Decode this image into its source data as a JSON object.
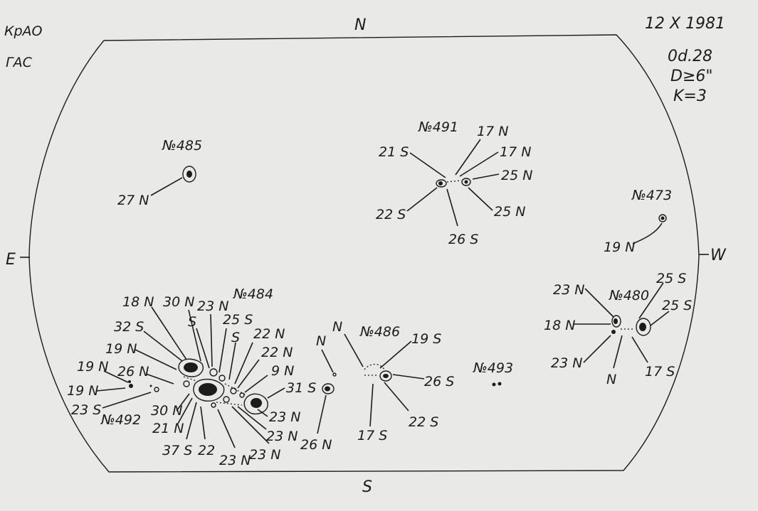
{
  "header": {
    "observatory": "КрАО",
    "group": "ГАС",
    "date": "12 X 1981",
    "time": "0d.28",
    "diameter": "D≥6\"",
    "class": "K=3"
  },
  "compass": {
    "north": "N",
    "south": "S",
    "east": "E",
    "west": "W"
  },
  "regions": {
    "r485": {
      "name": "№485",
      "labels": [
        "27 N"
      ]
    },
    "r491": {
      "name": "№491",
      "labels": [
        "17 N",
        "21 S",
        "17 N",
        "25 N",
        "22 S",
        "25 N",
        "26 S"
      ]
    },
    "r473": {
      "name": "№473",
      "labels": [
        "19 N"
      ]
    },
    "r480": {
      "name": "№480",
      "labels": [
        "23 N",
        "25 S",
        "25 S",
        "18 N",
        "23 N",
        "N",
        "17 S"
      ]
    },
    "r484": {
      "name": "№484",
      "labels": [
        "18 N",
        "30 N",
        "23 N",
        "S",
        "25 S",
        "S",
        "22 N",
        "22 N",
        "9 N",
        "31 S",
        "23 N",
        "23 N",
        "23 N",
        "23 N",
        "22",
        "37 S",
        "21 N",
        "30 N"
      ]
    },
    "r492": {
      "name": "№492",
      "labels": [
        "32 S",
        "19 N",
        "19 N",
        "26 N",
        "19 N",
        "23 S"
      ]
    },
    "r486": {
      "name": "№486",
      "labels": [
        "N",
        "N",
        "19 S",
        "26 S",
        "22 S",
        "17 S",
        "26 N"
      ]
    },
    "r493": {
      "name": "№493"
    }
  }
}
